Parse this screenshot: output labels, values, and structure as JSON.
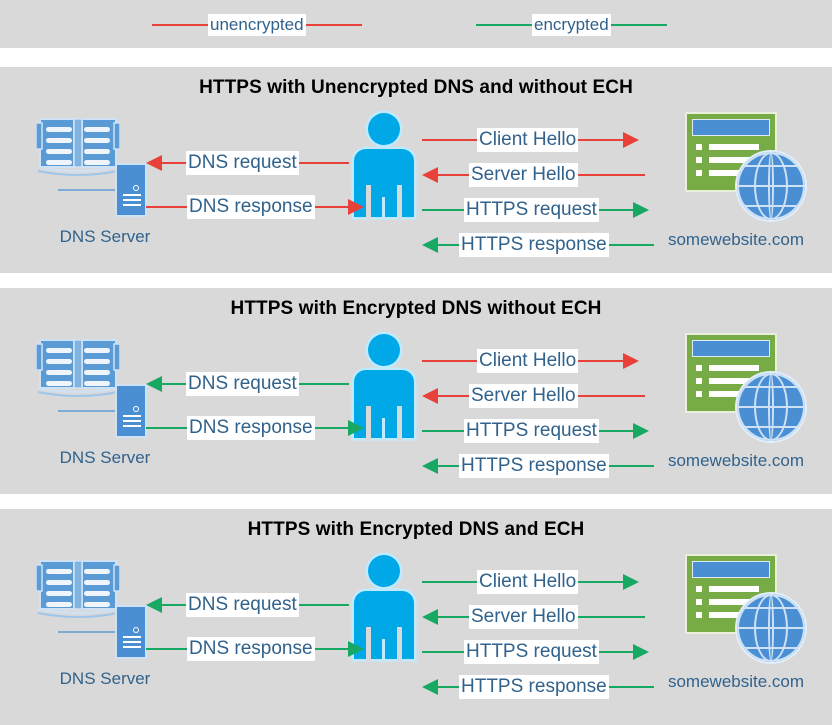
{
  "colors": {
    "panel_background": "#d9d9d9",
    "page_background": "#ffffff",
    "unencrypted": "#e8413a",
    "encrypted": "#17a864",
    "label_text": "#31628c",
    "title_text": "#000000",
    "person": "#00a8e8",
    "server_blue": "#4a8fd4",
    "website_green": "#76ab46"
  },
  "legend": {
    "items": [
      {
        "label": "unencrypted",
        "color_key": "unencrypted"
      },
      {
        "label": "encrypted",
        "color_key": "encrypted"
      }
    ]
  },
  "panels": [
    {
      "title": "HTTPS with Unencrypted DNS and without ECH",
      "dns_server_label": "DNS Server",
      "website_label": "somewebsite.com",
      "dns_flows": [
        {
          "label": "DNS request",
          "direction": "left",
          "color_key": "unencrypted"
        },
        {
          "label": "DNS response",
          "direction": "right",
          "color_key": "unencrypted"
        }
      ],
      "web_flows": [
        {
          "label": "Client Hello",
          "direction": "right",
          "color_key": "unencrypted"
        },
        {
          "label": "Server Hello",
          "direction": "left",
          "color_key": "unencrypted"
        },
        {
          "label": "HTTPS request",
          "direction": "right",
          "color_key": "encrypted"
        },
        {
          "label": "HTTPS response",
          "direction": "left",
          "color_key": "encrypted"
        }
      ]
    },
    {
      "title": "HTTPS with Encrypted DNS without ECH",
      "dns_server_label": "DNS Server",
      "website_label": "somewebsite.com",
      "dns_flows": [
        {
          "label": "DNS request",
          "direction": "left",
          "color_key": "encrypted"
        },
        {
          "label": "DNS response",
          "direction": "right",
          "color_key": "encrypted"
        }
      ],
      "web_flows": [
        {
          "label": "Client Hello",
          "direction": "right",
          "color_key": "unencrypted"
        },
        {
          "label": "Server Hello",
          "direction": "left",
          "color_key": "unencrypted"
        },
        {
          "label": "HTTPS request",
          "direction": "right",
          "color_key": "encrypted"
        },
        {
          "label": "HTTPS response",
          "direction": "left",
          "color_key": "encrypted"
        }
      ]
    },
    {
      "title": "HTTPS with Encrypted DNS and ECH",
      "dns_server_label": "DNS Server",
      "website_label": "somewebsite.com",
      "dns_flows": [
        {
          "label": "DNS request",
          "direction": "left",
          "color_key": "encrypted"
        },
        {
          "label": "DNS response",
          "direction": "right",
          "color_key": "encrypted"
        }
      ],
      "web_flows": [
        {
          "label": "Client Hello",
          "direction": "right",
          "color_key": "encrypted"
        },
        {
          "label": "Server Hello",
          "direction": "left",
          "color_key": "encrypted"
        },
        {
          "label": "HTTPS request",
          "direction": "right",
          "color_key": "encrypted"
        },
        {
          "label": "HTTPS response",
          "direction": "left",
          "color_key": "encrypted"
        }
      ]
    }
  ]
}
